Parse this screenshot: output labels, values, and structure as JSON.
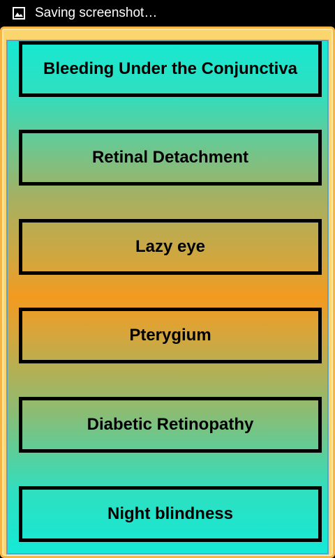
{
  "status_bar": {
    "icon": "image-icon",
    "text": "Saving screenshot…"
  },
  "list": {
    "items": [
      {
        "label": "Bleeding Under the Conjunctiva"
      },
      {
        "label": "Retinal Detachment"
      },
      {
        "label": "Lazy eye"
      },
      {
        "label": "Pterygium"
      },
      {
        "label": "Diabetic Retinopathy"
      },
      {
        "label": "Night blindness"
      }
    ]
  }
}
